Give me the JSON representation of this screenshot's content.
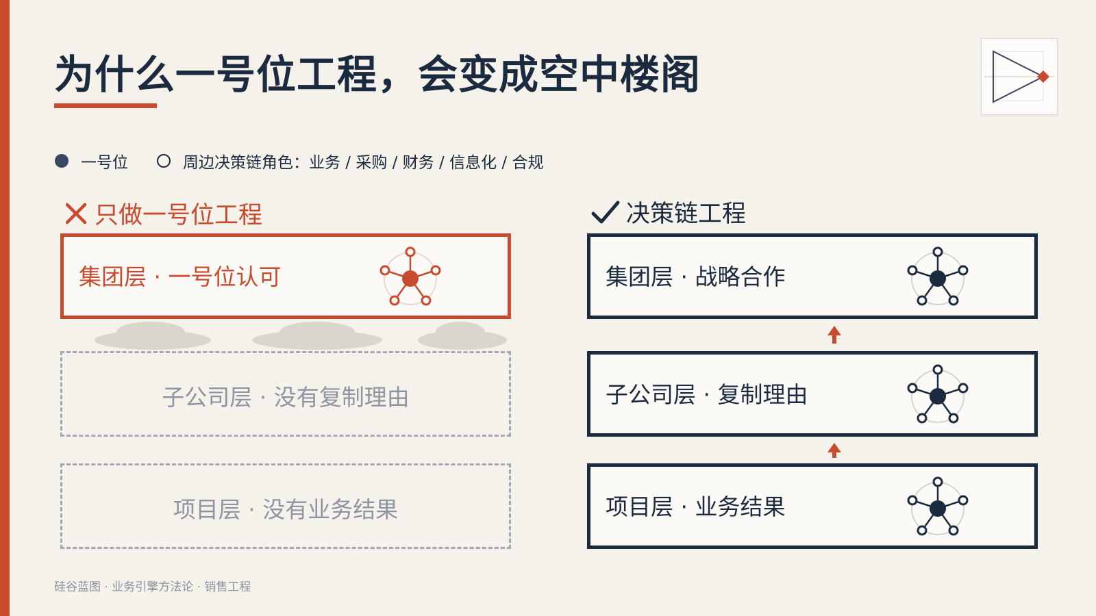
{
  "title": "为什么一号位工程，会变成空中楼阁",
  "legend": {
    "primary": "一号位",
    "secondary": "周边决策链角色：业务 / 采购 / 财务 / 信息化 / 合规"
  },
  "left_column": {
    "heading": "只做一号位工程",
    "layers": [
      {
        "label": "集团层  ·  一号位认可"
      },
      {
        "label": "子公司层  ·  没有复制理由"
      },
      {
        "label": "项目层  ·  没有业务结果"
      }
    ]
  },
  "right_column": {
    "heading": "决策链工程",
    "layers": [
      {
        "label": "集团层  ·  战略合作"
      },
      {
        "label": "子公司层  ·  复制理由"
      },
      {
        "label": "项目层  ·  业务结果"
      }
    ]
  },
  "footer": "硅谷蓝图  ·  业务引擎方法论  ·  销售工程",
  "colors": {
    "accent": "#c94a2c",
    "navy": "#1c2a3f",
    "muted": "#a2a7b3",
    "background": "#f5f2ec"
  },
  "icons": {
    "legend_primary": "filled-circle-icon",
    "legend_secondary": "open-circle-icon",
    "bad_mark": "cross-icon",
    "good_mark": "check-icon",
    "layer_icon": "network-node-icon",
    "logo": "triangle-diamond-logo"
  }
}
